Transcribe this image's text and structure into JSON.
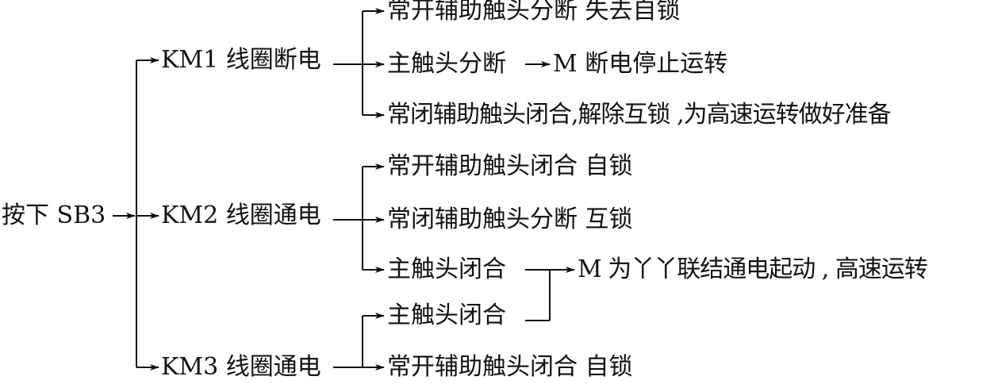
{
  "diagram": {
    "root": "按下 SB3",
    "km1": {
      "coil": "KM1 线圈断电",
      "items": [
        "常开辅助触头分断 失去自锁",
        "主触头分断",
        "常闭辅助触头闭合,解除互锁 ,为高速运转做好准备"
      ],
      "motor": "M 断电停止运转"
    },
    "km2": {
      "coil": "KM2 线圈通电",
      "items": [
        "常开辅助触头闭合 自锁",
        "常闭辅助触头分断 互锁",
        "主触头闭合"
      ]
    },
    "km3": {
      "coil": "KM3 线圈通电",
      "items": [
        "主触头闭合",
        "常开辅助触头闭合 自锁"
      ]
    },
    "result": "M 为丫丫联结通电起动 , 高速运转"
  }
}
